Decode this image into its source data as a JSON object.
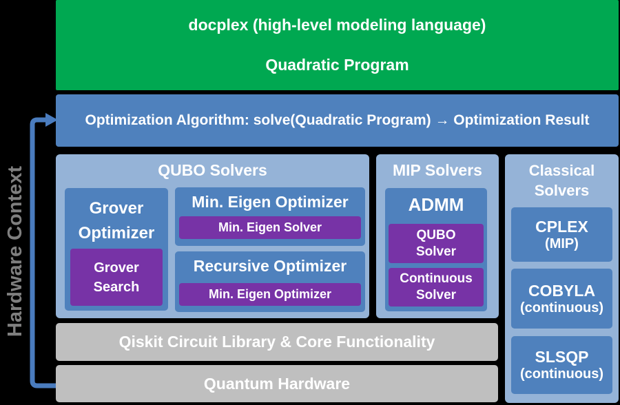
{
  "colors": {
    "background": "#000000",
    "green": "#00A851",
    "medium_blue": "#4F81BD",
    "light_blue": "#95B3D7",
    "purple": "#7733A6",
    "gray_bar": "#BFBFBF",
    "arrow_blue": "#4A7CBE",
    "context_label_gray": "#7F7F7F",
    "text_white": "#FFFFFF"
  },
  "hardware_context": {
    "label": "Hardware Context"
  },
  "top_banner": {
    "line1": "docplex (high-level modeling language)",
    "line2": "Quadratic Program"
  },
  "algorithm_bar": {
    "label": "Optimization Algorithm: solve(Quadratic Program) → Optimization Result"
  },
  "panels": {
    "qubo": {
      "title": "QUBO Solvers",
      "grover": {
        "title": "Grover Optimizer",
        "inner": "Grover\nSearch"
      },
      "min_eigen": {
        "title": "Min. Eigen Optimizer",
        "inner": "Min. Eigen Solver"
      },
      "recursive": {
        "title": "Recursive Optimizer",
        "inner": "Min. Eigen Optimizer"
      }
    },
    "mip": {
      "title": "MIP Solvers",
      "admm": {
        "title": "ADMM",
        "inner1": "QUBO\nSolver",
        "inner2": "Continuous\nSolver"
      }
    },
    "classical": {
      "title": "Classical\nSolvers",
      "items": [
        {
          "name": "CPLEX",
          "sub": "(MIP)"
        },
        {
          "name": "COBYLA",
          "sub": "(continuous)"
        },
        {
          "name": "SLSQP",
          "sub": "(continuous)"
        }
      ]
    }
  },
  "bottom_bars": {
    "library": "Qiskit Circuit Library & Core Functionality",
    "hardware": "Quantum Hardware"
  }
}
